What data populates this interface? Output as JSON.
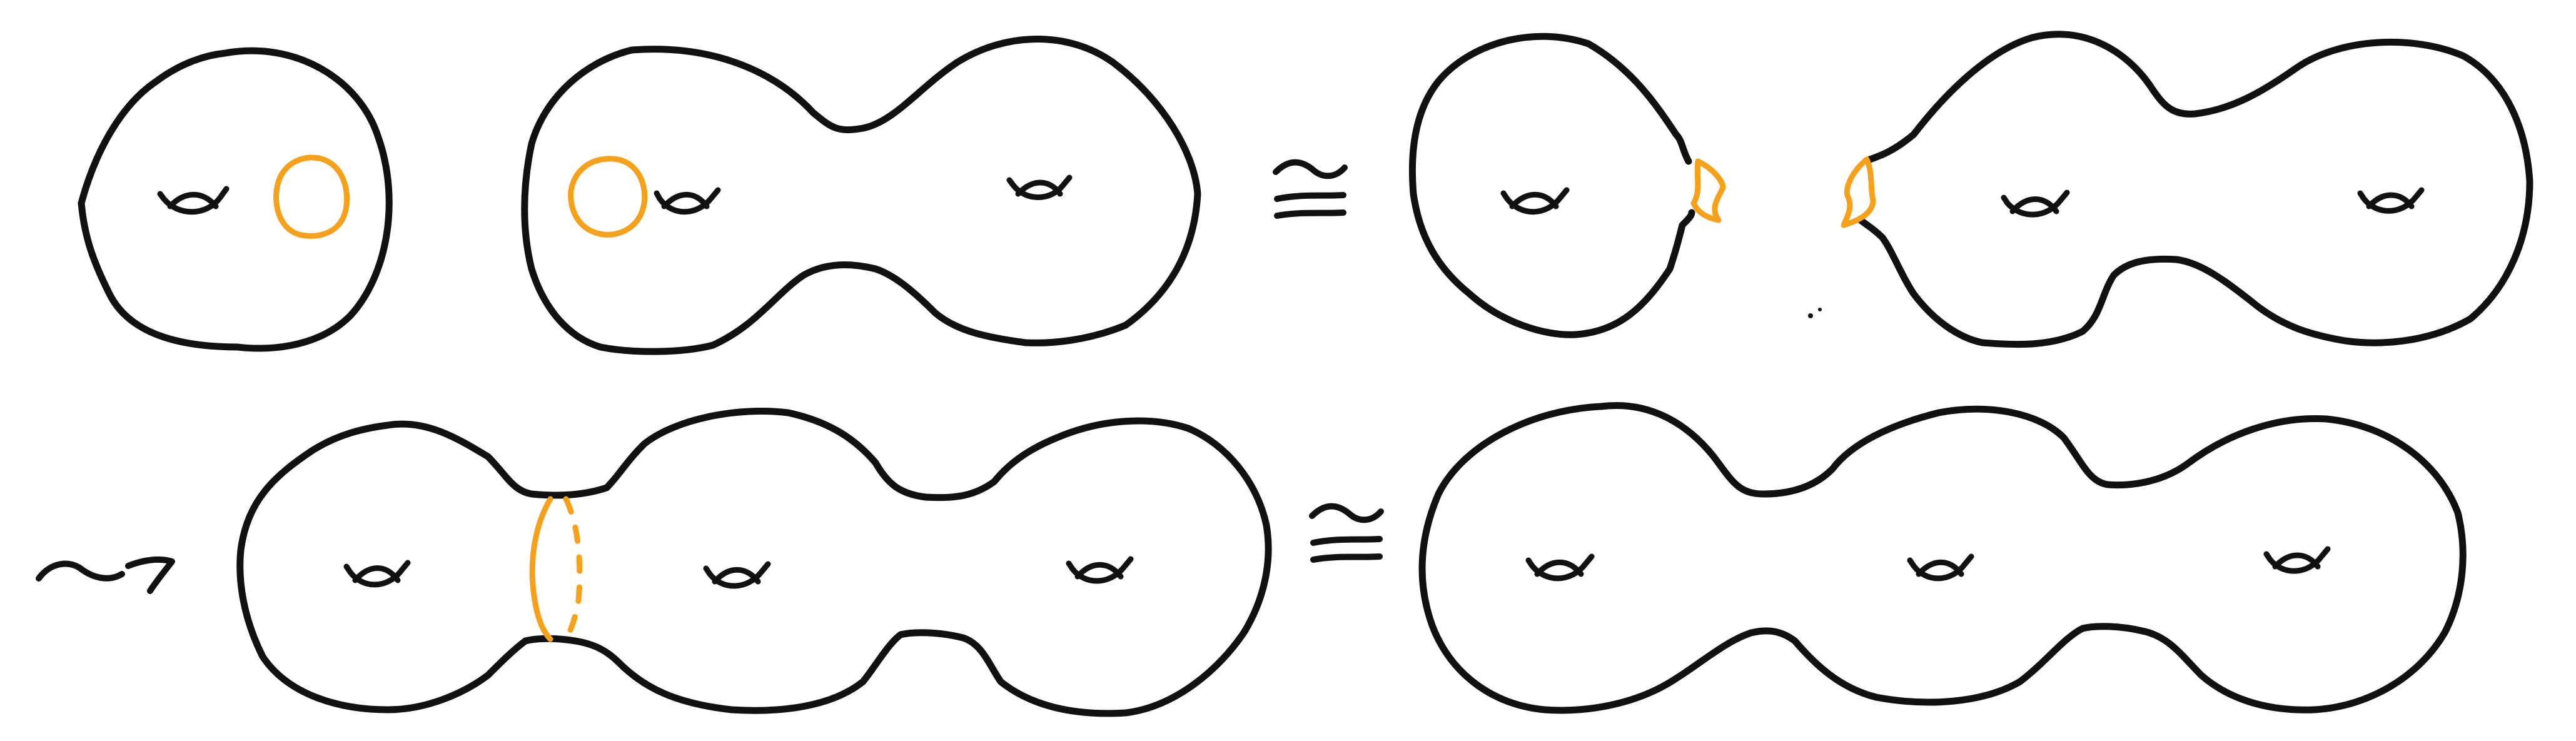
{
  "colors": {
    "ink": "#111111",
    "cut": "#f5a11c"
  },
  "figure": {
    "type": "surface-gluing-diagram",
    "row1": [
      "torus-with-circle",
      "genus-2-surface-with-circle",
      "homeomorphic-symbol",
      "torus-minus-disk",
      "genus-2-surface-minus-disk"
    ],
    "row2": [
      "leads-to-symbol",
      "genus-3-surface-with-gluing-circle",
      "homeomorphic-symbol",
      "genus-3-surface"
    ]
  }
}
